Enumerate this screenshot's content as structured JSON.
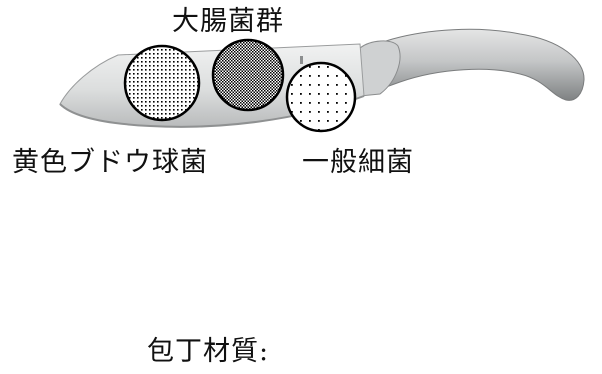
{
  "labels": {
    "coliform": "大腸菌群",
    "staph": "黄色ブドウ球菌",
    "general_bacteria": "一般細菌",
    "material": "包丁材質:"
  },
  "colors": {
    "blade_light": "#e9eaea",
    "blade_mid": "#bfc1c2",
    "handle_light": "#d6d7d7",
    "handle_dark": "#8d8f90",
    "circle_stroke": "#000000",
    "circle_fill": "#ffffff"
  },
  "bacteria_circles": [
    {
      "name": "staph",
      "pattern": "dense-dots"
    },
    {
      "name": "coliform",
      "pattern": "checkerboard"
    },
    {
      "name": "general_bacteria",
      "pattern": "sparse-dots"
    }
  ]
}
